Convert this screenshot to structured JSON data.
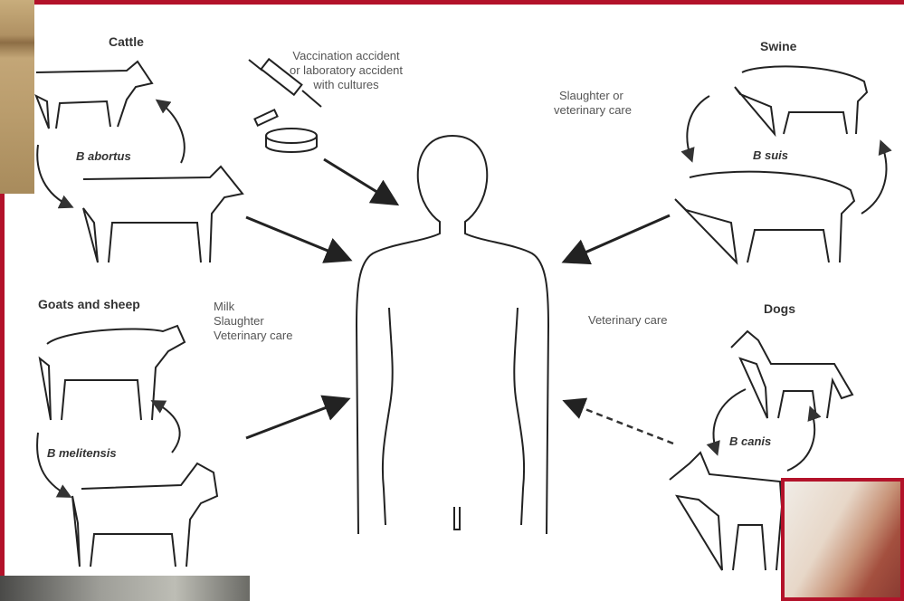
{
  "groups": {
    "cattle": {
      "title": "Cattle",
      "species": "B abortus"
    },
    "swine": {
      "title": "Swine",
      "species": "B suis"
    },
    "goats": {
      "title": "Goats and sheep",
      "species": "B melitensis"
    },
    "dogs": {
      "title": "Dogs",
      "species": "B canis"
    }
  },
  "routes": {
    "accident": [
      "Vaccination accident",
      "or laboratory accident",
      "with cultures"
    ],
    "swine": [
      "Slaughter or",
      "veterinary care"
    ],
    "goats": [
      "Milk",
      "Slaughter",
      "Veterinary care"
    ],
    "dogs": [
      "Veterinary care"
    ]
  },
  "colors": {
    "frame": "#b3122a",
    "ink": "#222222"
  }
}
